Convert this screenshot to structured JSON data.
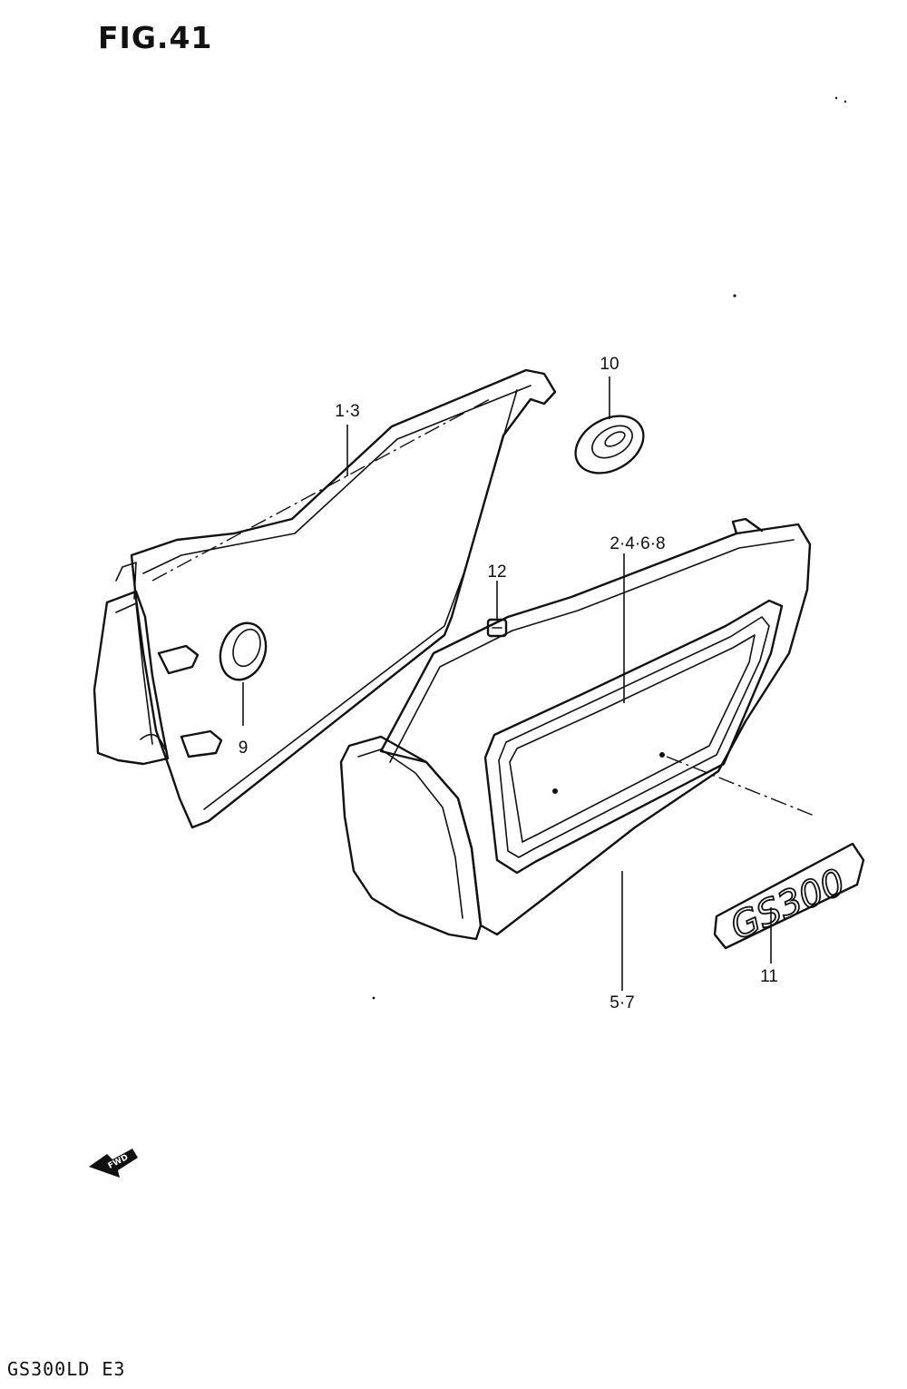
{
  "figure": {
    "title": "FIG.41",
    "model": "GS300LD  E3"
  },
  "callouts": [
    {
      "id": "c13",
      "label": "1·3"
    },
    {
      "id": "c10",
      "label": "10"
    },
    {
      "id": "c2468",
      "label": "2·4·6·8"
    },
    {
      "id": "c12",
      "label": "12"
    },
    {
      "id": "c9",
      "label": "9"
    },
    {
      "id": "c57",
      "label": "5·7"
    },
    {
      "id": "c11",
      "label": "11"
    }
  ],
  "emblem_text": "GS300",
  "fwd_text": "FWD"
}
